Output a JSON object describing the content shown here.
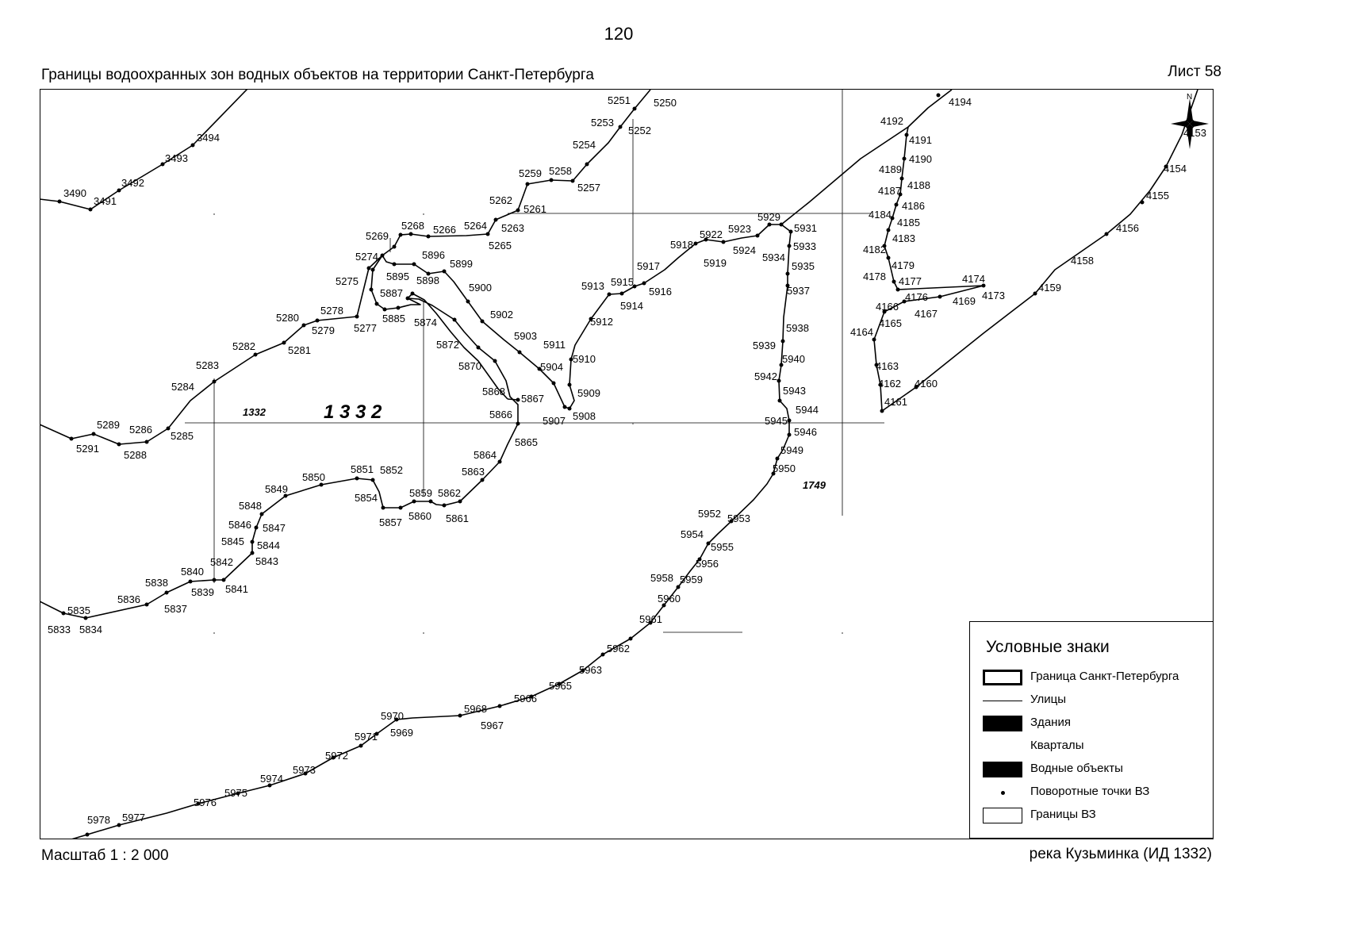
{
  "page_number": "120",
  "title": "Границы водоохранных зон водных объектов на территории Санкт-Петербурга",
  "sheet": "Лист 58",
  "scale": "Масштаб 1 : 2 000",
  "river": "река Кузьминка (ИД 1332)",
  "area_labels": {
    "big": "1 3 3 2",
    "small_1332": "1332",
    "small_1749": "1749"
  },
  "legend": {
    "title": "Условные знаки",
    "items": [
      {
        "symbol": "thick-outline",
        "label": "Граница Санкт-Петербурга"
      },
      {
        "symbol": "thin-line",
        "label": "Улицы"
      },
      {
        "symbol": "black-fill",
        "label": "Здания"
      },
      {
        "symbol": "none",
        "label": "Кварталы"
      },
      {
        "symbol": "black-fill",
        "label": "Водные объекты"
      },
      {
        "symbol": "dot",
        "label": "Поворотные точки ВЗ"
      },
      {
        "symbol": "thin-outline",
        "label": "Границы ВЗ"
      }
    ]
  },
  "compass": {
    "label": "N",
    "icon": "compass-rose-icon"
  },
  "point_labels": [
    "3490",
    "3491",
    "3492",
    "3493",
    "3494",
    "5250",
    "5251",
    "5252",
    "5253",
    "5254",
    "5257",
    "5258",
    "5259",
    "5261",
    "5262",
    "5263",
    "5264",
    "5265",
    "5266",
    "5268",
    "5269",
    "5274",
    "5275",
    "5277",
    "5278",
    "5279",
    "5280",
    "5281",
    "5282",
    "5283",
    "5284",
    "5285",
    "5286",
    "5288",
    "5289",
    "5291",
    "5833",
    "5834",
    "5835",
    "5836",
    "5837",
    "5838",
    "5839",
    "5840",
    "5841",
    "5842",
    "5843",
    "5844",
    "5845",
    "5846",
    "5847",
    "5848",
    "5849",
    "5850",
    "5851",
    "5852",
    "5854",
    "5857",
    "5859",
    "5860",
    "5861",
    "5862",
    "5863",
    "5864",
    "5865",
    "5866",
    "5867",
    "5868",
    "5870",
    "5872",
    "5874",
    "5885",
    "5887",
    "5895",
    "5896",
    "5898",
    "5899",
    "5900",
    "5902",
    "5903",
    "5904",
    "5907",
    "5908",
    "5909",
    "5910",
    "5911",
    "5912",
    "5913",
    "5914",
    "5915",
    "5916",
    "5917",
    "5918",
    "5919",
    "5922",
    "5923",
    "5924",
    "5929",
    "5931",
    "5933",
    "5934",
    "5935",
    "5937",
    "5938",
    "5939",
    "5940",
    "5942",
    "5943",
    "5944",
    "5945",
    "5946",
    "5949",
    "5950",
    "5952",
    "5953",
    "5954",
    "5955",
    "5956",
    "5958",
    "5959",
    "5960",
    "5961",
    "5962",
    "5963",
    "5965",
    "5966",
    "5967",
    "5968",
    "5969",
    "5970",
    "5971",
    "5972",
    "5973",
    "5974",
    "5975",
    "5976",
    "5977",
    "5978",
    "4153",
    "4154",
    "4155",
    "4156",
    "4158",
    "4159",
    "4160",
    "4161",
    "4162",
    "4163",
    "4164",
    "4165",
    "4166",
    "4167",
    "4169",
    "4173",
    "4174",
    "4176",
    "4177",
    "4178",
    "4179",
    "4182",
    "4183",
    "4184",
    "4185",
    "4186",
    "4187",
    "4188",
    "4189",
    "4190",
    "4191",
    "4192",
    "4194"
  ]
}
